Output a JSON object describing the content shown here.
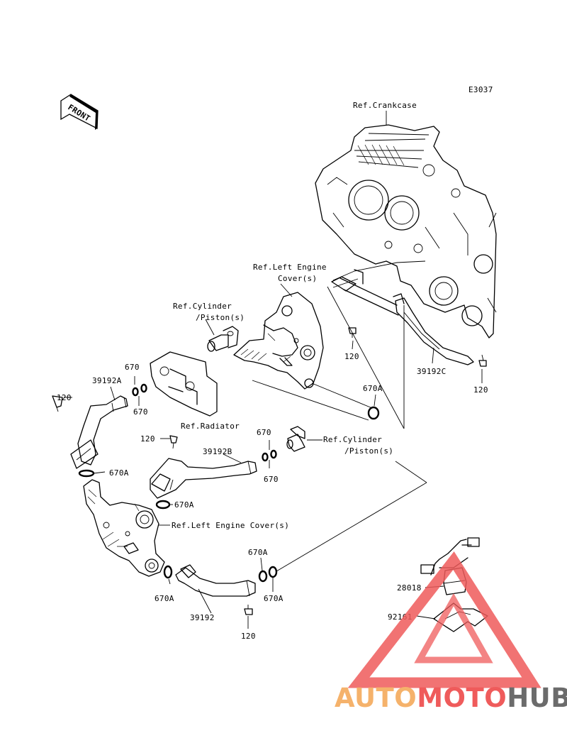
{
  "diagram_code": "E3037",
  "front_label": "FRONT",
  "labels": {
    "ref_crankcase": "Ref.Crankcase",
    "ref_left_engine_cover_1": "Ref.Left Engine",
    "ref_left_engine_cover_2": "Cover(s)",
    "ref_cylinder_1a": "Ref.Cylinder",
    "ref_cylinder_1b": "/Piston(s)",
    "ref_radiator": "Ref.Radiator",
    "ref_cylinder_2a": "Ref.Cylinder",
    "ref_cylinder_2b": "/Piston(s)",
    "ref_left_engine_cover_full": "Ref.Left Engine Cover(s)"
  },
  "part_numbers": {
    "p120_a": "120",
    "p120_b": "120",
    "p120_c": "120",
    "p120_d": "120",
    "p120_e": "120",
    "p39192A": "39192A",
    "p39192B": "39192B",
    "p39192C": "39192C",
    "p39192": "39192",
    "p670_a": "670",
    "p670_b": "670",
    "p670_c": "670",
    "p670_d": "670",
    "p670A_a": "670A",
    "p670A_b": "670A",
    "p670A_c": "670A",
    "p670A_d": "670A",
    "p670A_e": "670A",
    "p670A_f": "670A",
    "p28018": "28018",
    "p92161": "92161"
  },
  "watermark": {
    "part1": "AUTO",
    "part2": "MOTO",
    "part3": "HUB",
    "color_auto": "#f5b26b",
    "color_moto": "#ef5b5b",
    "color_hub": "#6b6b6b"
  }
}
